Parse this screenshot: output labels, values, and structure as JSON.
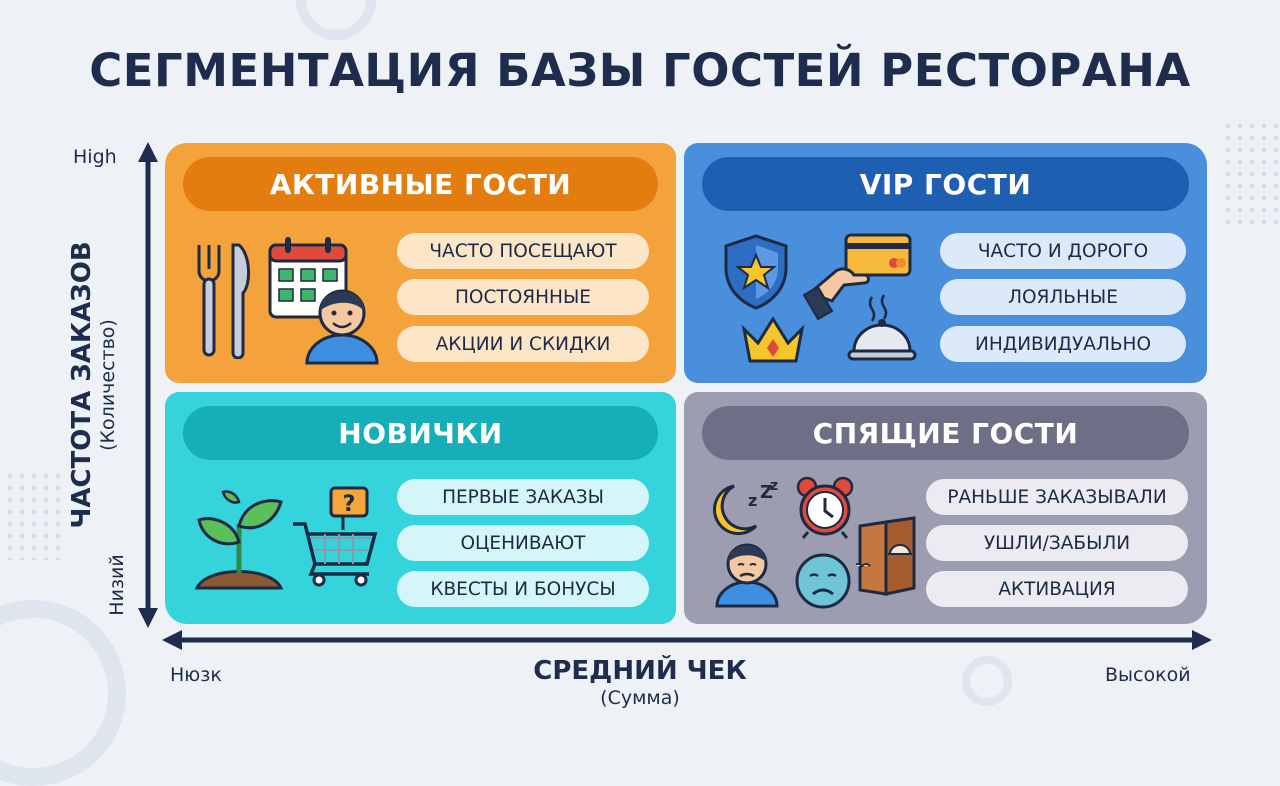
{
  "title": "СЕГМЕНТАЦИЯ БАЗЫ ГОСТЕЙ РЕСТОРАНА",
  "y_axis": {
    "title": "ЧАСТОТА ЗАКАЗОВ",
    "subtitle": "(Количество)",
    "high": "High",
    "low": "Низий"
  },
  "x_axis": {
    "title": "СРЕДНИЙ ЧЕК",
    "subtitle": "(Сумма)",
    "low": "Нюзк",
    "high": "Высокой"
  },
  "quadrants": {
    "top_left": {
      "title": "АКТИВНЫЕ ГОСТИ",
      "items": [
        "ЧАСТО ПОСЕЩАЮТ",
        "ПОСТОЯННЫЕ",
        "АКЦИИ И СКИДКИ"
      ],
      "icons": [
        "fork-knife-icon",
        "calendar-icon",
        "person-icon"
      ],
      "color": "#f4a23c"
    },
    "top_right": {
      "title": "VIP ГОСТИ",
      "items": [
        "ЧАСТО И ДОРОГО",
        "ЛОЯЛЬНЫЕ",
        "ИНДИВИДУАЛЬНО"
      ],
      "icons": [
        "shield-star-icon",
        "credit-card-icon",
        "crown-icon",
        "cloche-icon"
      ],
      "color": "#4a8fdc"
    },
    "bottom_left": {
      "title": "НОВИЧКИ",
      "items": [
        "ПЕРВЫЕ ЗАКАЗЫ",
        "ОЦЕНИВАЮТ",
        "КВЕСТЫ И БОНУСЫ"
      ],
      "icons": [
        "sprout-icon",
        "shopping-cart-icon"
      ],
      "color": "#35d3dc"
    },
    "bottom_right": {
      "title": "СПЯЩИЕ ГОСТИ",
      "items": [
        "РАНЬШЕ ЗАКАЗЫВАЛИ",
        "УШЛИ/ЗАБЫЛИ",
        "АКТИВАЦИЯ"
      ],
      "icons": [
        "moon-sleep-icon",
        "alarm-clock-icon",
        "menu-icon",
        "sad-person-icon",
        "sad-face-icon"
      ],
      "color": "#9d9db1"
    }
  }
}
